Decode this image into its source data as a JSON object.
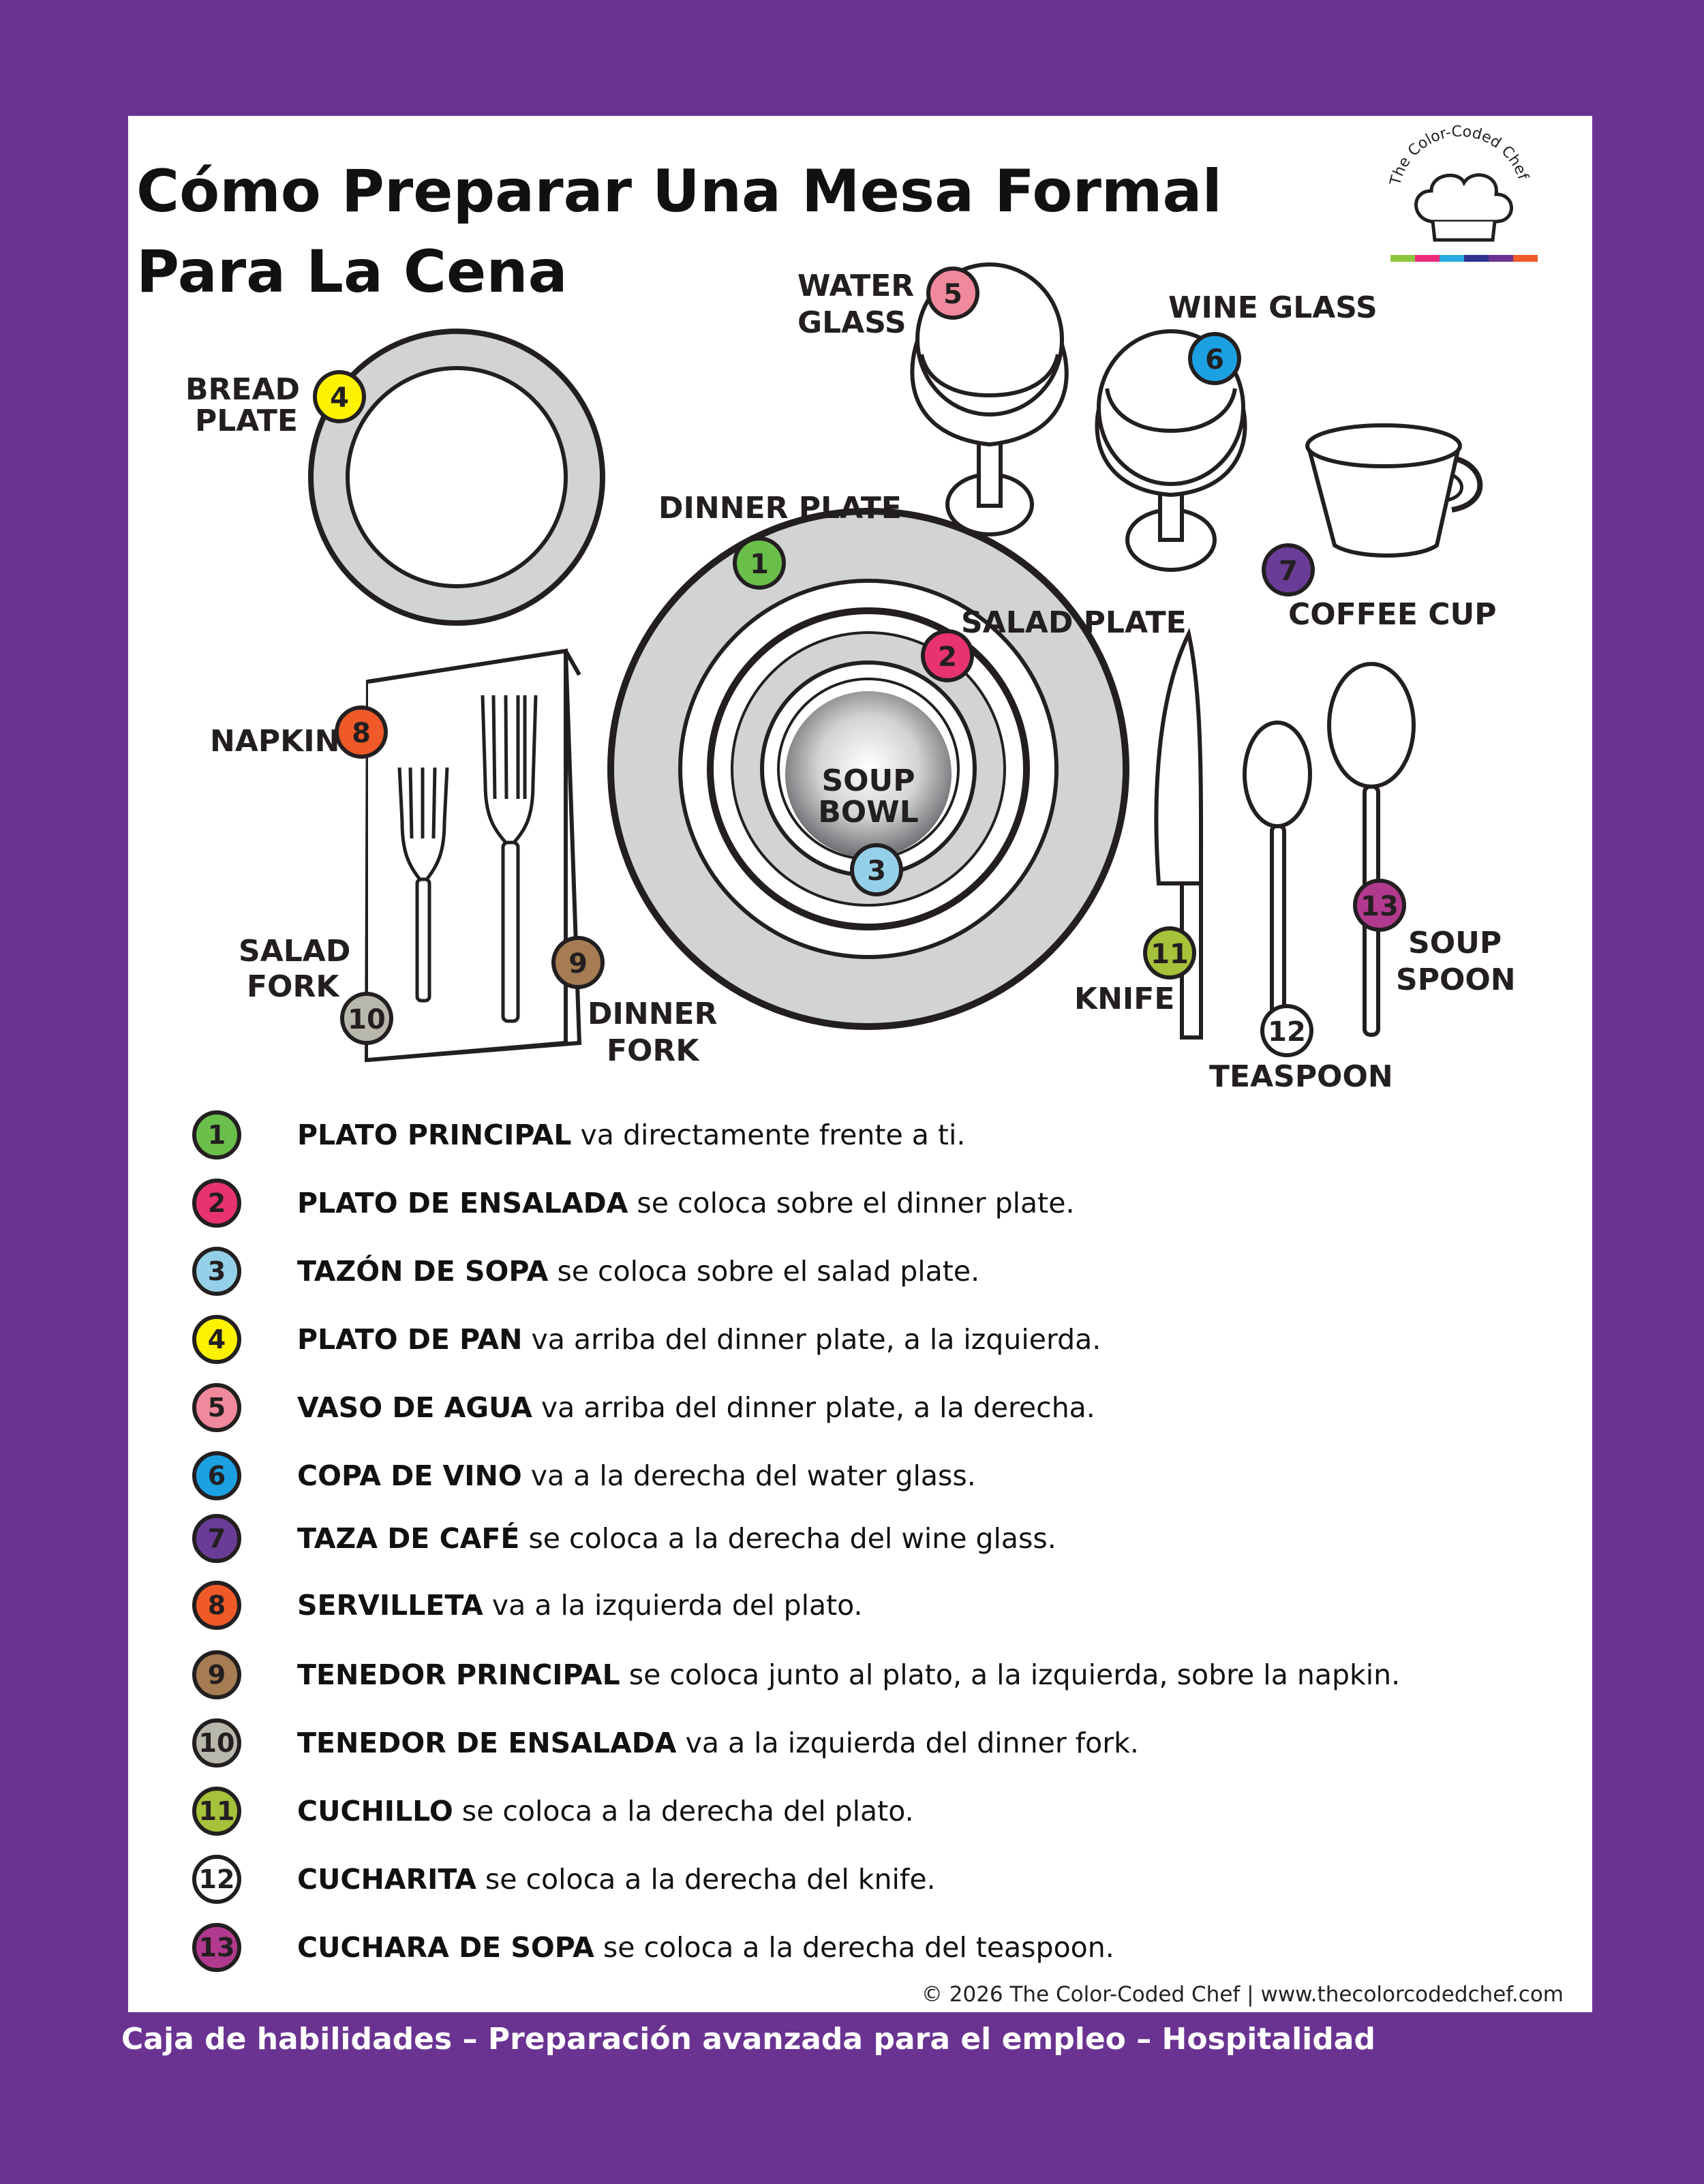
{
  "title": "Cómo Preparar Una Mesa Formal Para La Cena",
  "logo": {
    "text": "The Color-Coded Chef",
    "stripe_colors": [
      "#8dc63f",
      "#ec2a7b",
      "#27aae1",
      "#2e3192",
      "#6a3391",
      "#f15a29"
    ]
  },
  "diagram_labels": {
    "water_glass": [
      "WATER",
      "GLASS"
    ],
    "wine_glass": "WINE GLASS",
    "bread_plate": [
      "BREAD",
      "PLATE"
    ],
    "dinner_plate": "DINNER PLATE",
    "salad_plate": "SALAD PLATE",
    "coffee_cup": "COFFEE CUP",
    "napkin": "NAPKIN",
    "soup_bowl": [
      "SOUP",
      "BOWL"
    ],
    "salad_fork": [
      "SALAD",
      "FORK"
    ],
    "dinner_fork": [
      "DINNER",
      "FORK"
    ],
    "knife": "KNIFE",
    "soup_spoon": [
      "SOUP",
      "SPOON"
    ],
    "teaspoon": "TEASPOON"
  },
  "badges": [
    {
      "n": "1",
      "color": "#6abf4b"
    },
    {
      "n": "2",
      "color": "#e8336e"
    },
    {
      "n": "3",
      "color": "#94d0e8"
    },
    {
      "n": "4",
      "color": "#fff200"
    },
    {
      "n": "5",
      "color": "#f0899b"
    },
    {
      "n": "6",
      "color": "#1ba0e2"
    },
    {
      "n": "7",
      "color": "#6a3c97"
    },
    {
      "n": "8",
      "color": "#f05a28"
    },
    {
      "n": "9",
      "color": "#a67c52"
    },
    {
      "n": "10",
      "color": "#b7b7ac"
    },
    {
      "n": "11",
      "color": "#a6c13a"
    },
    {
      "n": "12",
      "color": "#ffffff"
    },
    {
      "n": "13",
      "color": "#b23a8e"
    }
  ],
  "legend": [
    {
      "n": "1",
      "bold": "PLATO PRINCIPAL",
      "rest": " va directamente frente a ti."
    },
    {
      "n": "2",
      "bold": "PLATO DE ENSALADA",
      "rest": " se coloca sobre el dinner plate."
    },
    {
      "n": "3",
      "bold": "TAZÓN DE SOPA",
      "rest": " se coloca sobre el salad plate."
    },
    {
      "n": "4",
      "bold": "PLATO DE PAN",
      "rest": " va arriba del dinner plate, a la izquierda."
    },
    {
      "n": "5",
      "bold": "VASO DE AGUA",
      "rest": " va arriba del dinner plate, a la derecha."
    },
    {
      "n": "6",
      "bold": "COPA DE VINO",
      "rest": " va a la derecha del water glass."
    },
    {
      "n": "7",
      "bold": "TAZA DE CAFÉ",
      "rest": " se coloca a la derecha del wine glass."
    },
    {
      "n": "8",
      "bold": "SERVILLETA",
      "rest": " va a la izquierda del plato."
    },
    {
      "n": "9",
      "bold": "TENEDOR PRINCIPAL",
      "rest": " se coloca junto al plato, a la izquierda, sobre la napkin."
    },
    {
      "n": "10",
      "bold": "TENEDOR DE ENSALADA",
      "rest": " va a la izquierda del dinner fork."
    },
    {
      "n": "11",
      "bold": "CUCHILLO",
      "rest": " se coloca a la derecha del plato."
    },
    {
      "n": "12",
      "bold": "CUCHARITA",
      "rest": " se coloca a la derecha del knife."
    },
    {
      "n": "13",
      "bold": "CUCHARA DE SOPA",
      "rest": " se coloca a la derecha del teaspoon."
    }
  ],
  "copyright": "© 2026 The Color-Coded Chef | www.thecolorcodedchef.com",
  "footer": "Caja de habilidades – Preparación avanzada para el empleo – Hospitalidad"
}
